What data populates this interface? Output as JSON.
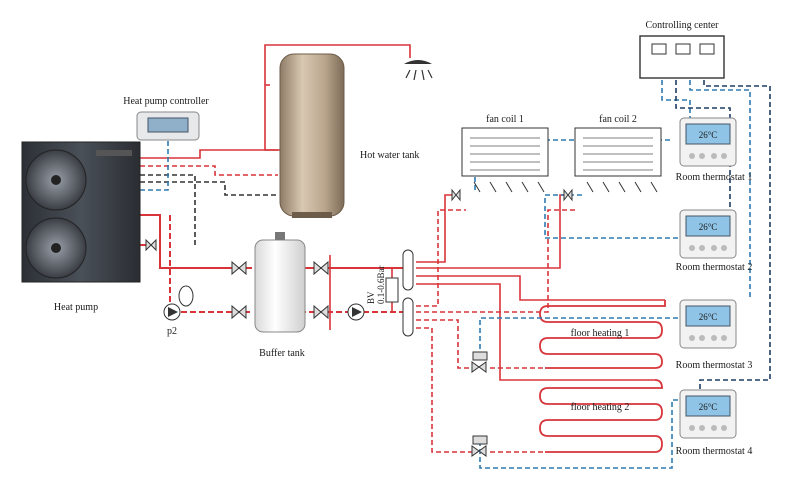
{
  "labels": {
    "controlling_center": "Controlling center",
    "heat_pump_controller": "Heat pump controller",
    "hot_water_tank": "Hot water tank",
    "heat_pump": "Heat pump",
    "buffer_tank": "Buffer tank",
    "pump_p2": "p2",
    "bypass": "BV",
    "bypass_pressure": "0.1-0.6Bar",
    "fan_coil_1": "fan coil 1",
    "fan_coil_2": "fan coil 2",
    "floor_heating_1": "floor heating 1",
    "floor_heating_2": "floor heating 2",
    "room_thermostat_1": "Room thermostat 1",
    "room_thermostat_2": "Room thermostat 2",
    "room_thermostat_3": "Room thermostat 3",
    "room_thermostat_4": "Room thermostat 4",
    "thermostat_display": "26°C"
  },
  "colors": {
    "supply_pipe": "#d8343a",
    "return_pipe": "#d8343a",
    "signal_wire": "#2f7ab0",
    "signal_wire_dark": "#1f3d66",
    "dark_wire": "#333333",
    "tank_body": "#b8a58c",
    "buffer_body": "#f4f4f4",
    "heat_pump_body": "#3b3f45"
  }
}
